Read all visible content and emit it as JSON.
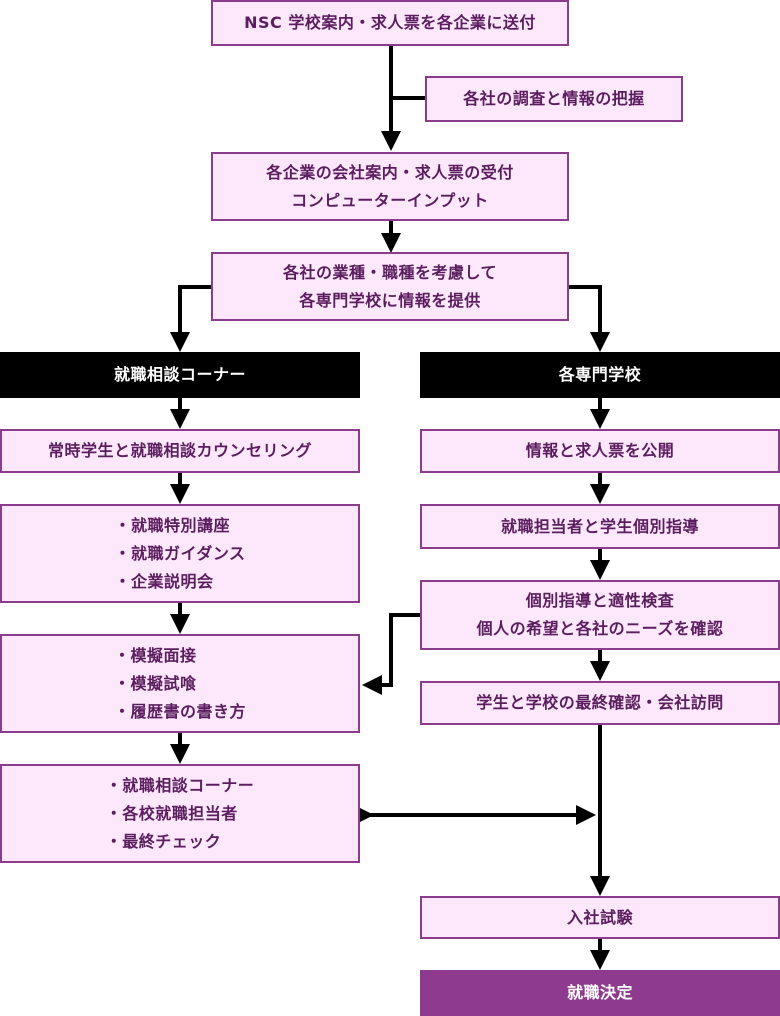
{
  "steps": {
    "send": "NSC 学校案内・求人票を各企業に送付",
    "survey": "各社の調査と情報の把握",
    "receive": [
      "各企業の会社案内・求人票の受付",
      "コンピューターインプット"
    ],
    "provide": [
      "各社の業種・職種を考慮して",
      "各専門学校に情報を提供"
    ]
  },
  "left": {
    "header": "就職相談コーナー",
    "counseling": "常時学生と就職相談カウンセリング",
    "courses": [
      "就職特別講座",
      "就職ガイダンス",
      "企業説明会"
    ],
    "practice": [
      "模擬面接",
      "模擬試喰",
      "履歴書の書き方"
    ],
    "check": [
      "就職相談コーナー",
      "各校就職担当者",
      "最終チェック"
    ]
  },
  "right": {
    "header": "各専門学校",
    "publish": "情報と求人票を公開",
    "guidance": "就職担当者と学生個別指導",
    "individual": [
      "個別指導と適性検査",
      "個人の希望と各社のニーズを確認"
    ],
    "confirm": "学生と学校の最終確認・会社訪問",
    "exam": "入社試験",
    "decision": "就職決定"
  }
}
